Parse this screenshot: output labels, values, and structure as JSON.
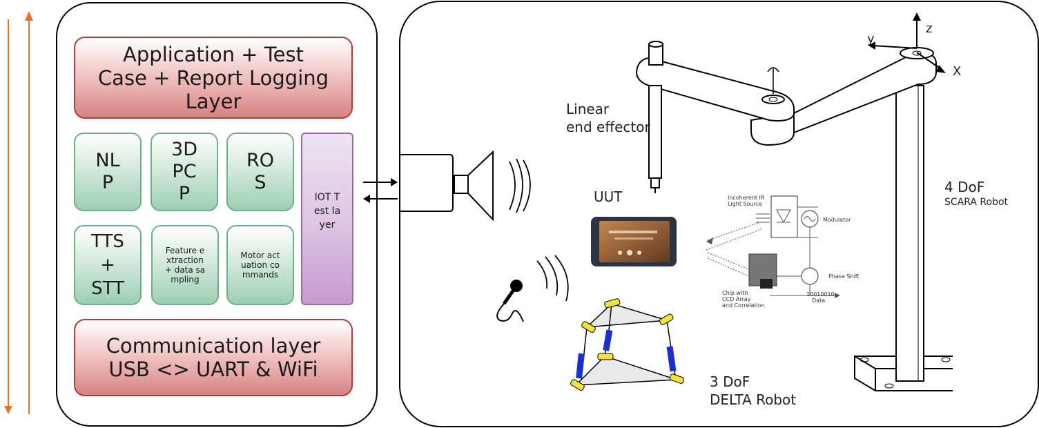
{
  "left_stack": {
    "app_layer": "Application + Test Case + Report Logging Layer",
    "nlp": "NLP",
    "pcp": "3DPCP",
    "ros": "ROS",
    "iot": "IOT Test layer",
    "tts": "TTS + STT",
    "feature": "Feature extraction + data sampling",
    "motor": "Motor actuation commands",
    "comm_line1": "Communication layer",
    "comm_line2": "USB <> UART & WiFi"
  },
  "right_scene": {
    "linear_line1": "Linear",
    "linear_line2": "end effector",
    "uut": "UUT",
    "scara_line1": "4 DoF",
    "scara_line2": "SCARA Robot",
    "delta_line1": "3 DoF",
    "delta_line2": "DELTA Robot",
    "axis_y": "y",
    "axis_z": "z",
    "axis_x": "X",
    "ir": {
      "source": "Incoherent IR\nLight Source",
      "modulator": "Modulator",
      "phase": "Phase Shift",
      "chip": "Chip with\nCCD Array\nand Correlation",
      "data_bits": "10010010",
      "data": "Data"
    }
  },
  "colors": {
    "arrow_orange": "#e8742a",
    "layer_red": "#d78383",
    "box_green": "#9ccfb1",
    "box_purple": "#c79bd0",
    "actuator_blue": "#1a2fd0",
    "joint_yellow": "#f2e23a"
  }
}
